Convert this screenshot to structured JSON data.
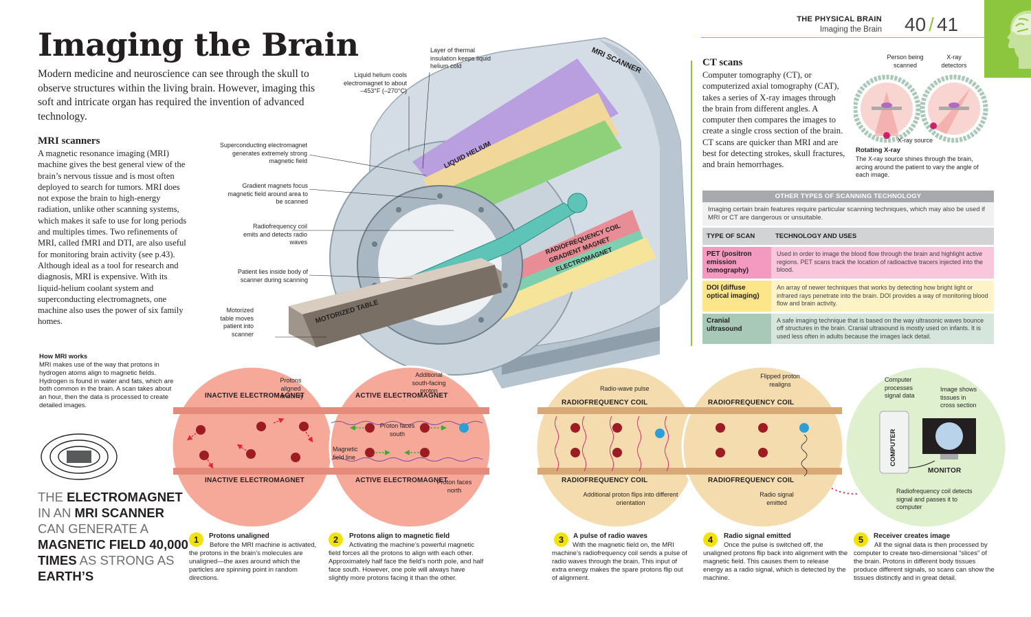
{
  "header": {
    "section": "THE PHYSICAL BRAIN",
    "subsection": "Imaging the Brain",
    "page_left": "40",
    "page_sep": "/",
    "page_right": "41"
  },
  "title": "Imaging the Brain",
  "intro": "Modern medicine and neuroscience can see through the skull to observe structures within the living brain. However, imaging this soft and intricate organ has required the invention of advanced technology.",
  "mri": {
    "heading": "MRI scanners",
    "body": "A magnetic resonance imaging (MRI) machine gives the best general view of the brain’s nervous tissue and is most often deployed to search for tumors. MRI does not expose the brain to high-energy radiation, unlike other scanning systems, which makes it safe to use for long periods and multiples times. Two refinements of MRI, called fMRI and DTI, are also useful for monitoring brain activity (see p.43). Although ideal as a tool for research and diagnosis, MRI is expensive. With its liquid-helium coolant system and superconducting electromagnets, one machine also uses the power of six family homes."
  },
  "how": {
    "heading": "How MRI works",
    "body": "MRI makes use of the way that protons in hydrogen atoms align to magnetic fields. Hydrogen is found in water and fats, which are both common in the brain. A scan takes about an hour, then the data is processed to create detailed images."
  },
  "fact": {
    "p1": "THE ",
    "b1": "ELECTROMAGNET",
    "p2": " IN AN ",
    "b2": "MRI SCANNER",
    "p3": " CAN GENERATE A ",
    "b3": "MAGNETIC FIELD 40,000 TIMES",
    "p4": " AS STRONG AS ",
    "b4": "EARTH’S"
  },
  "scanner_labels": {
    "scanner": "MRI SCANNER",
    "liquid_helium": "LIQUID HELIUM",
    "rf_coil": "RADIOFREQUENCY COIL",
    "gradient": "GRADIENT MAGNET",
    "electromagnet": "ELECTROMAGNET",
    "table": "MOTORIZED TABLE",
    "thermal": "Layer of thermal insulation keeps liquid helium cold",
    "helium_cools": "Liquid helium cools electromagnet to about –453°F (–270°C)",
    "superconducting": "Superconducting electromagnet generates extremely strong magnetic field",
    "gradient_focus": "Gradient magnets focus magnetic field around area to be scanned",
    "rf_emits": "Radiofrequency coil emits and detects radio waves",
    "patient": "Patient lies inside body of scanner during scanning",
    "motorized": "Motorized table moves patient into scanner"
  },
  "ct": {
    "heading": "CT scans",
    "body": "Computer tomography (CT), or computerized axial tomography (CAT), takes a series of X-ray images through the brain from different angles. A computer then compares the images to create a single cross section of the brain. CT scans are quicker than MRI and are best for detecting strokes, skull fractures, and brain hemorrhages.",
    "label_person": "Person being scanned",
    "label_detectors": "X-ray detectors",
    "label_source": "X-ray source",
    "rotating_h": "Rotating X-ray",
    "rotating_b": "The X-ray source shines through the brain, arcing around the patient to vary the angle of each image."
  },
  "table": {
    "title": "OTHER TYPES OF SCANNING TECHNOLOGY",
    "intro": "Imaging certain brain features require particular scanning techniques, which may also be used if MRI or CT are dangerous or unsuitable.",
    "col1": "TYPE OF SCAN",
    "col2": "TECHNOLOGY AND USES",
    "rows": [
      {
        "type": "PET (positron emission tomography)",
        "desc": "Used in order to image the blood flow through the brain and highlight active regions. PET scans track the location of radioactive tracers injected into the blood.",
        "color": "#f49ac1"
      },
      {
        "type": "DOI (diffuse optical imaging)",
        "desc": "An array of newer techniques that works by detecting how bright light or infrared rays penetrate into the brain. DOI provides a way of monitoring blood flow and brain activity.",
        "color": "#fde68a"
      },
      {
        "type": "Cranial ultrasound",
        "desc": "A safe imaging technique that is based on the way ultrasonic waves bounce off structures in the brain. Cranial ultrasound is mostly used on infants. It is used less often in adults because the images lack detail.",
        "color": "#a8c8b8"
      }
    ]
  },
  "circles": {
    "inactive_top": "INACTIVE ELECTROMAGNET",
    "inactive_bottom": "INACTIVE ELECTROMAGNET",
    "protons_random": "Protons aligned randomly",
    "active_top": "ACTIVE ELECTROMAGNET",
    "active_bottom": "ACTIVE ELECTROMAGNET",
    "add_south": "Additional south-facing proton",
    "faces_south": "Proton faces south",
    "field_line": "Magnetic field line",
    "faces_north": "Proton faces north",
    "rf_top1": "RADIOFREQUENCY COIL",
    "rf_bottom1": "RADIOFREQUENCY COIL",
    "radio_pulse": "Radio-wave pulse",
    "flips": "Additional proton flips into different orientation",
    "rf_top2": "RADIOFREQUENCY COIL",
    "rf_bottom2": "RADIOFREQUENCY COIL",
    "flipped": "Flipped proton realigns",
    "signal": "Radio signal emitted",
    "computer_proc": "Computer processes signal data",
    "image_shows": "Image shows tissues in cross section",
    "computer": "COMPUTER",
    "monitor": "MONITOR",
    "rf_detects": "Radiofrequency coil detects signal and passes it to computer"
  },
  "steps": [
    {
      "num": "1",
      "heading": "Protons unaligned",
      "body": "Before the MRI machine is activated, the protons in the brain’s molecules are unaligned—the axes around which the particles are spinning point in random directions."
    },
    {
      "num": "2",
      "heading": "Protons align to magnetic field",
      "body": "Activating the machine’s powerful magnetic field forces all the protons to align with each other. Approximately half face the field’s north pole, and half face south. However, one pole will always have slightly more protons facing it than the other."
    },
    {
      "num": "3",
      "heading": "A pulse of radio waves",
      "body": "With the magnetic field on, the MRI machine’s radiofrequency coil sends a pulse of radio waves through the brain. This input of extra energy makes the spare protons flip out of alignment."
    },
    {
      "num": "4",
      "heading": "Radio signal emitted",
      "body": "Once the pulse is switched off, the unaligned protons flip back into alignment with the magnetic field. This causes them to release energy as a radio signal, which is detected by the machine."
    },
    {
      "num": "5",
      "heading": "Receiver creates image",
      "body": "All the signal data is then processed by computer to create two-dimensional “slices” of the brain. Protons in different body tissues produce different signals, so scans can show the tissues distinctly and in great detail."
    }
  ],
  "colors": {
    "accent_green": "#8cc63f",
    "step_yellow": "#f2e205",
    "pink_circle": "#f6a999",
    "tan_circle": "#f5dcae",
    "green_circle": "#dff0cf"
  }
}
